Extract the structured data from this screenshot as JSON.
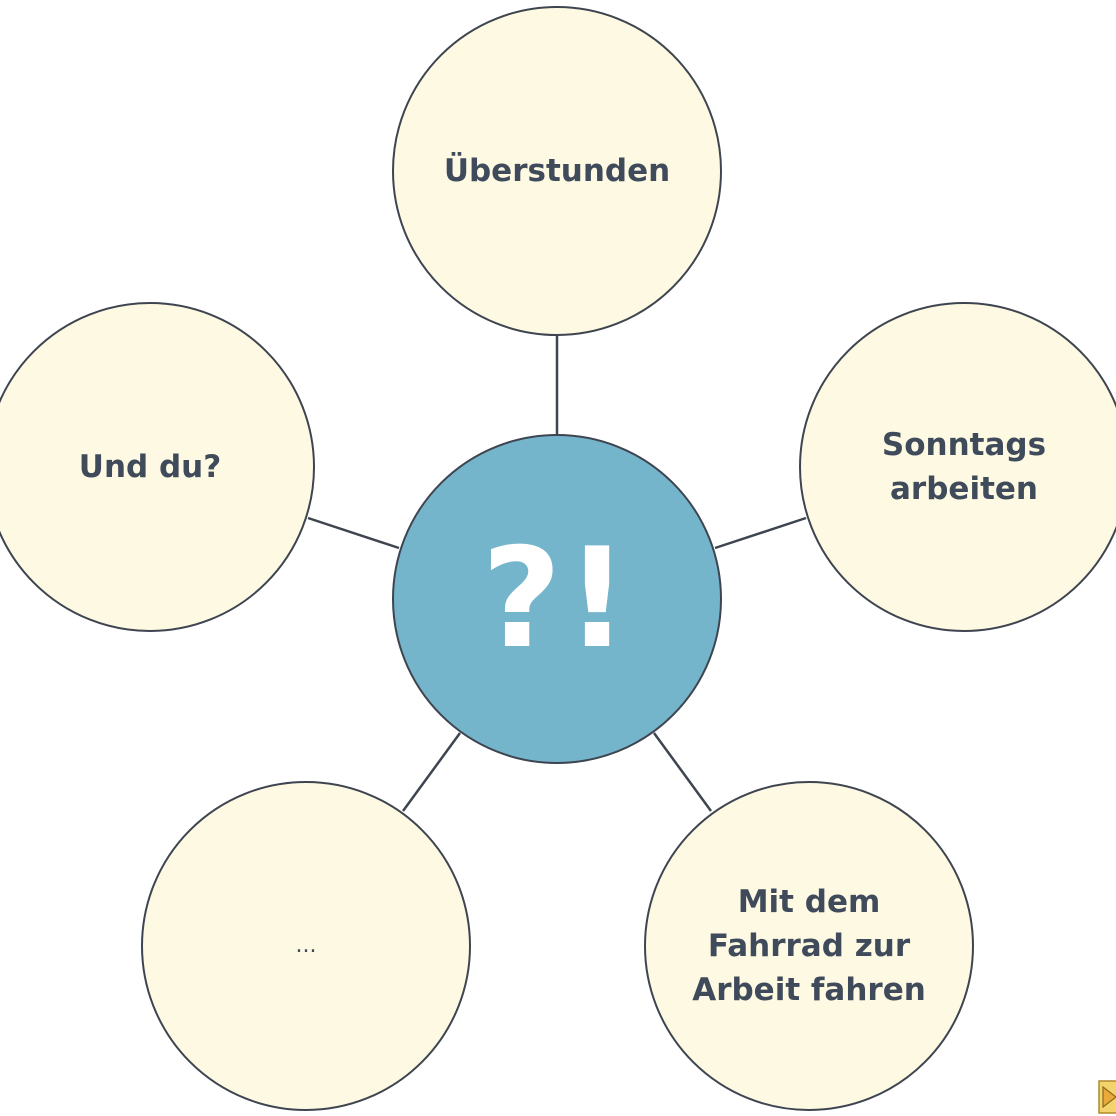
{
  "colors": {
    "outer_fill": "#fdf9e3",
    "center_fill": "#74b5cc",
    "stroke": "#3e4550",
    "text": "#3f4a5a"
  },
  "center": {
    "label": "?!"
  },
  "nodes": [
    {
      "id": "top",
      "label": "Überstunden"
    },
    {
      "id": "right",
      "label": "Sonntags\narbeiten"
    },
    {
      "id": "bottom_right",
      "label": "Mit dem\nFahrrad zur\nArbeit fahren"
    },
    {
      "id": "bottom_left",
      "label": "..."
    },
    {
      "id": "left",
      "label": "Und du?"
    }
  ]
}
